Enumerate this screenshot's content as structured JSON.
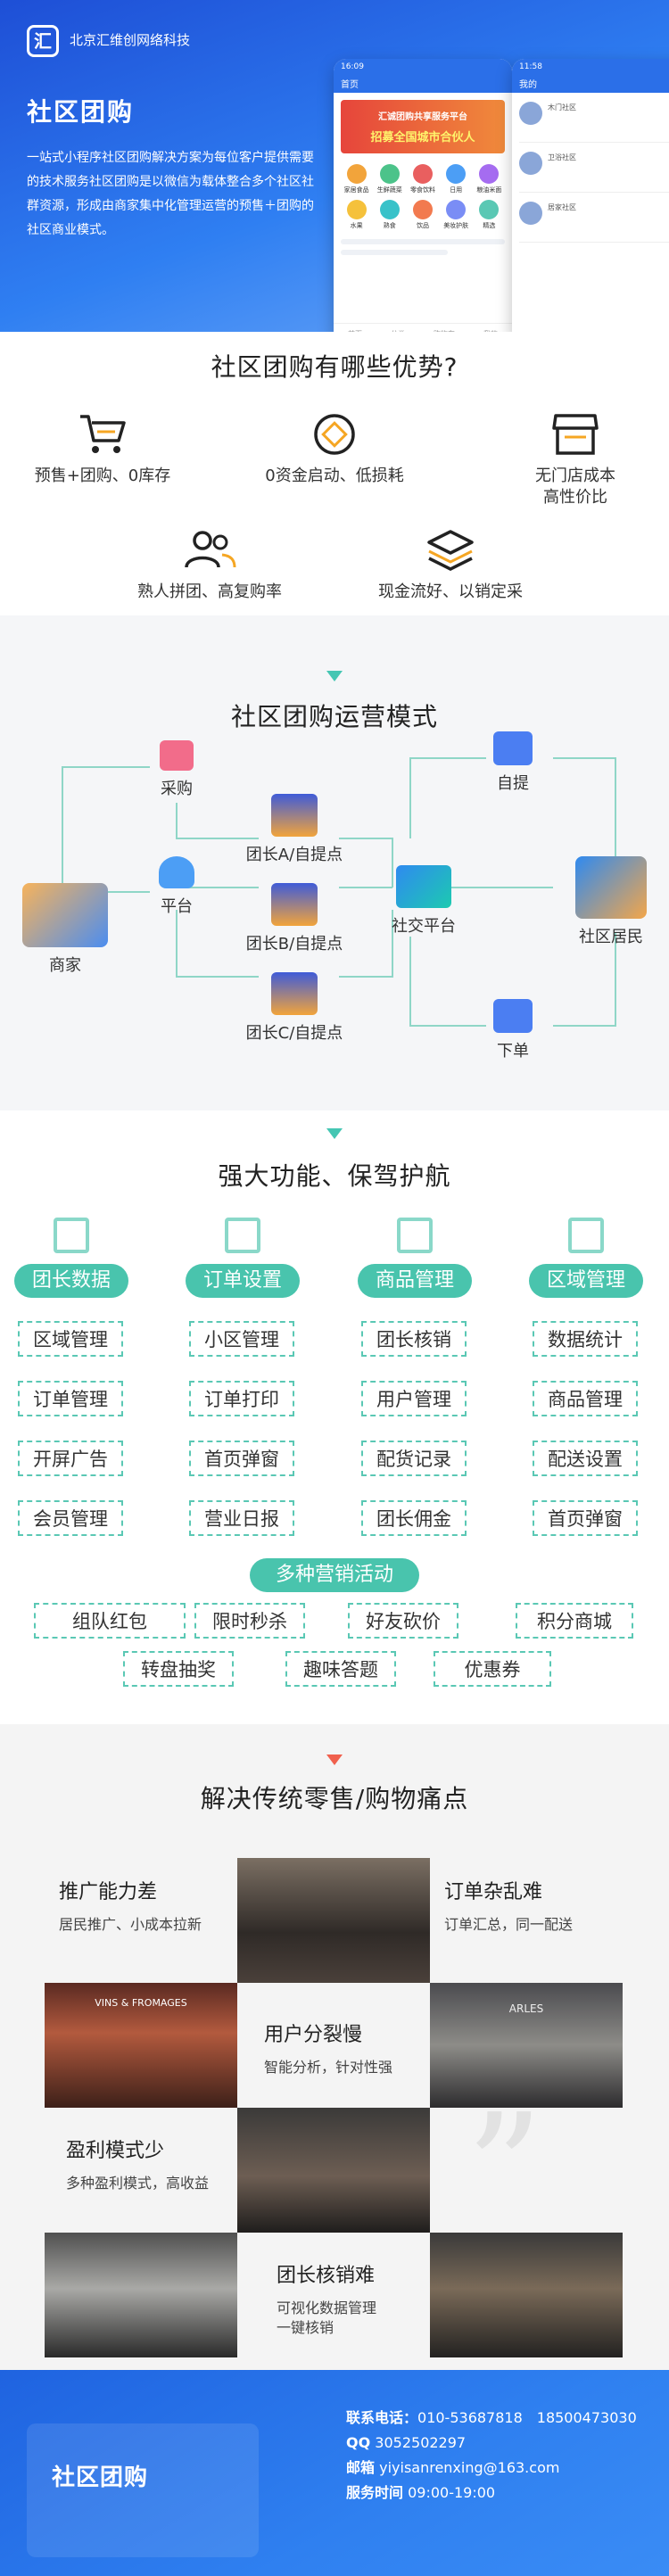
{
  "hero": {
    "logo_glyph": "汇",
    "company": "北京汇维创网络科技",
    "title": "社区团购",
    "description": "一站式小程序社区团购解决方案为每位客户提供需要的技术服务社区团购是以微信为载体整合多个社区社群资源，形成由商家集中化管理运营的预售＋团购的社区商业模式。",
    "phone1": {
      "status": "16:09",
      "nav": "首页",
      "banner_line1": "汇诚团购共享服务平台",
      "banner_line2": "招募全国城市合伙人",
      "icons": [
        "家居食品",
        "生鲜蔬菜",
        "零食饮料",
        "日用",
        "粮油米面",
        "水果",
        "熟食",
        "饮品",
        "美妆护肤",
        "精选"
      ],
      "tabs": [
        "首页",
        "分类",
        "购物车",
        "我的"
      ]
    },
    "phone2": {
      "status": "11:58",
      "nav": "我的",
      "people": [
        "木门社区",
        "卫浴社区",
        "居家社区"
      ]
    }
  },
  "advantages": {
    "title": "社区团购有哪些优势?",
    "items": [
      {
        "icon": "cart-icon",
        "label": "预售+团购、0库存"
      },
      {
        "icon": "coin-icon",
        "label": "0资金启动、低损耗"
      },
      {
        "icon": "shop-icon",
        "label": "无门店成本\n高性价比"
      },
      {
        "icon": "users-icon",
        "label": "熟人拼团、高复购率"
      },
      {
        "icon": "layers-icon",
        "label": "现金流好、以销定采"
      }
    ]
  },
  "operations": {
    "title": "社区团购运营模式",
    "nodes": {
      "merchant": "商家",
      "purchase": "采购",
      "platform": "平台",
      "leader_a": "团长A/自提点",
      "leader_b": "团长B/自提点",
      "leader_c": "团长C/自提点",
      "social": "社交平台",
      "pickup": "自提",
      "order": "下单",
      "resident": "社区居民"
    }
  },
  "features": {
    "title": "强大功能、保驾护航",
    "categories": [
      {
        "label": "团长数据",
        "items": [
          "区域管理",
          "订单管理",
          "开屏广告",
          "会员管理"
        ]
      },
      {
        "label": "订单设置",
        "items": [
          "小区管理",
          "订单打印",
          "首页弹窗",
          "营业日报"
        ]
      },
      {
        "label": "商品管理",
        "items": [
          "团长核销",
          "用户管理",
          "配货记录",
          "团长佣金"
        ]
      },
      {
        "label": "区域管理",
        "items": [
          "数据统计",
          "商品管理",
          "配送设置",
          "首页弹窗"
        ]
      }
    ],
    "marketing_label": "多种营销活动",
    "marketing_items": [
      "组队红包",
      "限时秒杀",
      "好友砍价",
      "积分商城",
      "转盘抽奖",
      "趣味答题",
      "优惠券"
    ]
  },
  "pain_points": {
    "title": "解决传统零售/购物痛点",
    "items": [
      {
        "title": "推广能力差",
        "sub": "居民推广、小成本拉新"
      },
      {
        "title": "订单杂乱难",
        "sub": "订单汇总，同一配送"
      },
      {
        "title": "用户分裂慢",
        "sub": "智能分析，针对性强"
      },
      {
        "title": "盈利模式少",
        "sub": "多种盈利模式，高收益"
      },
      {
        "title": "团长核销难",
        "sub": "可视化数据管理\n一键核销"
      }
    ],
    "photo_labels": [
      "VINS & FROMAGES",
      "ARLES"
    ]
  },
  "footer": {
    "brand": "社区团购",
    "contact_label": "联系电话：",
    "contact_value": "010-53687818　18500473030",
    "qq_label": "QQ",
    "qq_value": "3052502297",
    "email_label": "邮箱",
    "email_value": "yiyisanrenxing@163.com",
    "hours_label": "服务时间",
    "hours_value": "09:00-19:00"
  },
  "colors": {
    "accent_teal": "#49c4ad",
    "hero_blue": "#2b6fe8",
    "arrow_red": "#f0604d"
  }
}
